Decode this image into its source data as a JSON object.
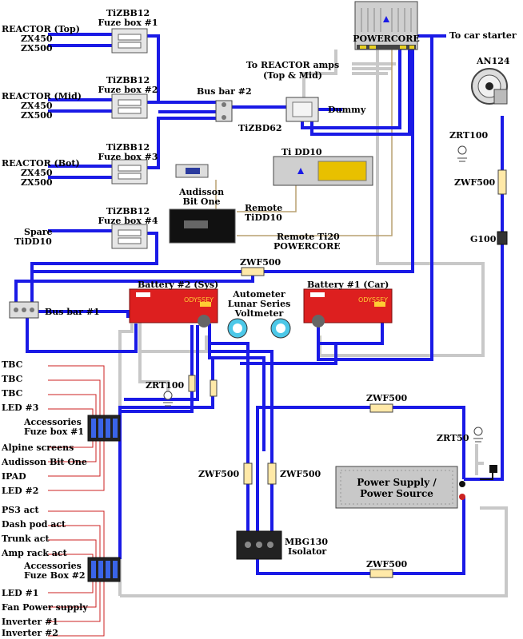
{
  "colors": {
    "power_wire": "#1a1ae6",
    "ground_wire": "#c8c8c8",
    "signal_wire": "#b8a070",
    "accessory_wire": "#cc2222",
    "battery": "#dd1f1f",
    "powercore_face": "#cfcfcf"
  },
  "reactor_top": {
    "title": "REACTOR (Top)",
    "models": [
      "ZX450",
      "ZX500"
    ]
  },
  "reactor_mid": {
    "title": "REACTOR (Mid)",
    "models": [
      "ZX450",
      "ZX500"
    ]
  },
  "reactor_bot": {
    "title": "REACTOR (Bot)",
    "models": [
      "ZX450",
      "ZX500"
    ]
  },
  "spare": {
    "title": "Spare",
    "model": "TiDD10"
  },
  "fuze_boxes": [
    {
      "model": "TiZBB12",
      "name": "Fuze box #1"
    },
    {
      "model": "TiZBB12",
      "name": "Fuze box #2"
    },
    {
      "model": "TiZBB12",
      "name": "Fuze box #3"
    },
    {
      "model": "TiZBB12",
      "name": "Fuze box #4"
    }
  ],
  "powercore": {
    "label": "POWERCORE"
  },
  "to_reactor_amps": {
    "line1": "To REACTOR amps",
    "line2": "(Top & Mid)"
  },
  "to_car_starter": "To car starter",
  "an124": "AN124",
  "bus_bar_2": "Bus bar #2",
  "bus_bar_1": "Bus bar #1",
  "dummy": "Dummy",
  "tizbd62": "TiZBD62",
  "tidd10": "Ti DD10",
  "audisson": {
    "line1": "Audisson",
    "line2": "Bit One"
  },
  "remote_tidd10": {
    "line1": "Remote",
    "line2": "TiDD10"
  },
  "remote_ti20": {
    "line1": "Remote Ti20",
    "line2": "POWERCORE"
  },
  "zrt100_top": "ZRT100",
  "zwf500_right": "ZWF500",
  "g100": "G100",
  "zwf500_top": "ZWF500",
  "battery2": {
    "title": "Battery #2 (Sys)",
    "brand": "ODYSSEY"
  },
  "battery1": {
    "title": "Battery #1 (Car)",
    "brand": "ODYSSEY"
  },
  "voltmeter": {
    "line1": "Autometer",
    "line2": "Lunar Series",
    "line3": "Voltmeter"
  },
  "zrt100_mid": "ZRT100",
  "zwf500_mid": "ZWF500",
  "zrt50": "ZRT50",
  "zwf500_left": "ZWF500",
  "zwf500_right2": "ZWF500",
  "power_supply": {
    "line1": "Power Supply /",
    "line2": "Power Source"
  },
  "isolator": {
    "line1": "MBG130",
    "line2": "Isolator"
  },
  "zwf500_bottom": "ZWF500",
  "acc_box_1": {
    "line1": "Accessories",
    "line2": "Fuze box #1"
  },
  "acc_box_2": {
    "line1": "Accessories",
    "line2": "Fuze Box #2"
  },
  "acc1_items": [
    "TBC",
    "TBC",
    "TBC",
    "LED #3",
    "Alpine screens",
    "Audisson Bit One",
    "IPAD",
    "LED #2"
  ],
  "acc2_items": [
    "PS3 act",
    "Dash pod act",
    "Trunk act",
    "Amp rack act",
    "LED #1",
    "Fan Power supply",
    "Inverter #1",
    "Inverter #2"
  ]
}
